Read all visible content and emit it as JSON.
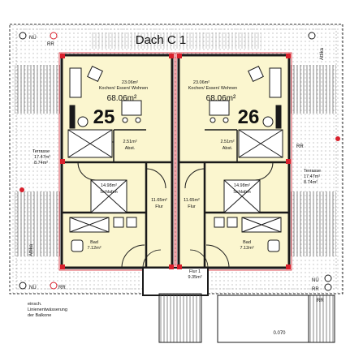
{
  "title": "Dach C 1",
  "units": [
    {
      "number": "25",
      "living": {
        "label": "Kochen/ Essen/ Wohnen",
        "area_small": "23.06m²",
        "area_large": "68.06m²"
      },
      "bedroom": {
        "label": "Schlafen",
        "area": "14.98m²"
      },
      "hall": {
        "label": "Flur",
        "area": "11.65m²"
      },
      "storage": {
        "label": "Abst.",
        "area": "2.51m²"
      },
      "bath": {
        "label": "Bad",
        "area": "7.12m²"
      },
      "terrace": {
        "label": "Terrasse",
        "area1": "17.47m²",
        "area2": "8.74m²"
      }
    },
    {
      "number": "26",
      "living": {
        "label": "Kochen/ Essen/ Wohnen",
        "area_small": "23.06m²",
        "area_large": "68.06m²"
      },
      "bedroom": {
        "label": "Schlafen",
        "area": "14.98m²"
      },
      "hall": {
        "label": "Flur",
        "area": "11.65m²"
      },
      "storage": {
        "label": "Abst.",
        "area": "2.51m²"
      },
      "bath": {
        "label": "Bad",
        "area": "7.12m²"
      },
      "terrace": {
        "label": "Terrasse",
        "area1": "17.47m²",
        "area2": "8.74m²"
      }
    }
  ],
  "common": {
    "label": "Flur 1",
    "area": "9.35m²"
  },
  "markers": {
    "nu": "NÜ",
    "rr": "RR",
    "attika": "Attika"
  },
  "note": [
    "einsch.",
    "Linienentwässerung",
    "der Balkone"
  ],
  "bottom_mark": "0.070",
  "colors": {
    "room_fill": "#fbf6cf",
    "roof_fill": "#ffffff",
    "wall": "#1a1a1a",
    "red": "#d8202c",
    "dot": "#7a7a7a"
  }
}
